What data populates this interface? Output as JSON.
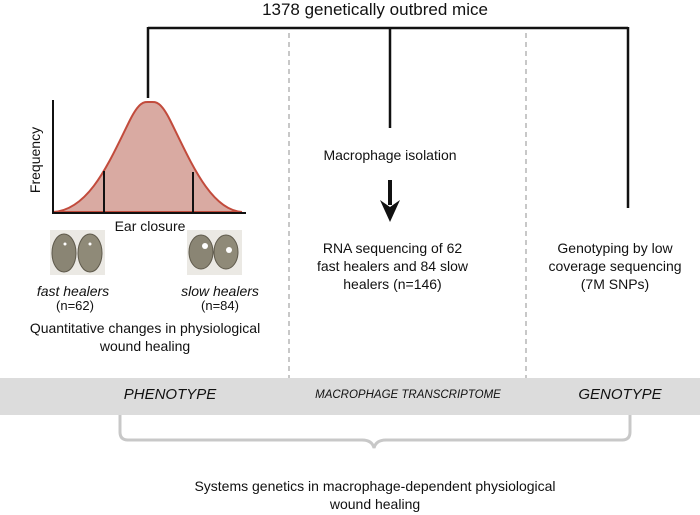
{
  "header": {
    "title": "1378 genetically outbred mice"
  },
  "phenotype": {
    "ylabel": "Frequency",
    "xlabel": "Ear closure",
    "fast": {
      "label": "fast healers",
      "n": "(n=62)"
    },
    "slow": {
      "label": "slow healers",
      "n": "(n=84)"
    },
    "caption_line1": "Quantitative changes in physiological",
    "caption_line2": "wound healing",
    "band_label": "PHENOTYPE"
  },
  "transcriptome": {
    "step": "Macrophage isolation",
    "text_line1": "RNA sequencing of 62",
    "text_line2": "fast healers and 84 slow",
    "text_line3": "healers (n=146)",
    "band_label": "MACROPHAGE TRANSCRIPTOME"
  },
  "genotype": {
    "text_line1": "Genotyping by low",
    "text_line2": "coverage sequencing",
    "text_line3": "(7M SNPs)",
    "band_label": "GENOTYPE"
  },
  "footer": {
    "line1": "Systems genetics in macrophage-dependent physiological",
    "line2": "wound healing"
  },
  "colors": {
    "curve_fill": "#d9aaa2",
    "curve_stroke": "#c24b3c",
    "band": "#dcdcdc",
    "divider": "#b5b5b5",
    "bracket": "#c8c8c8"
  }
}
